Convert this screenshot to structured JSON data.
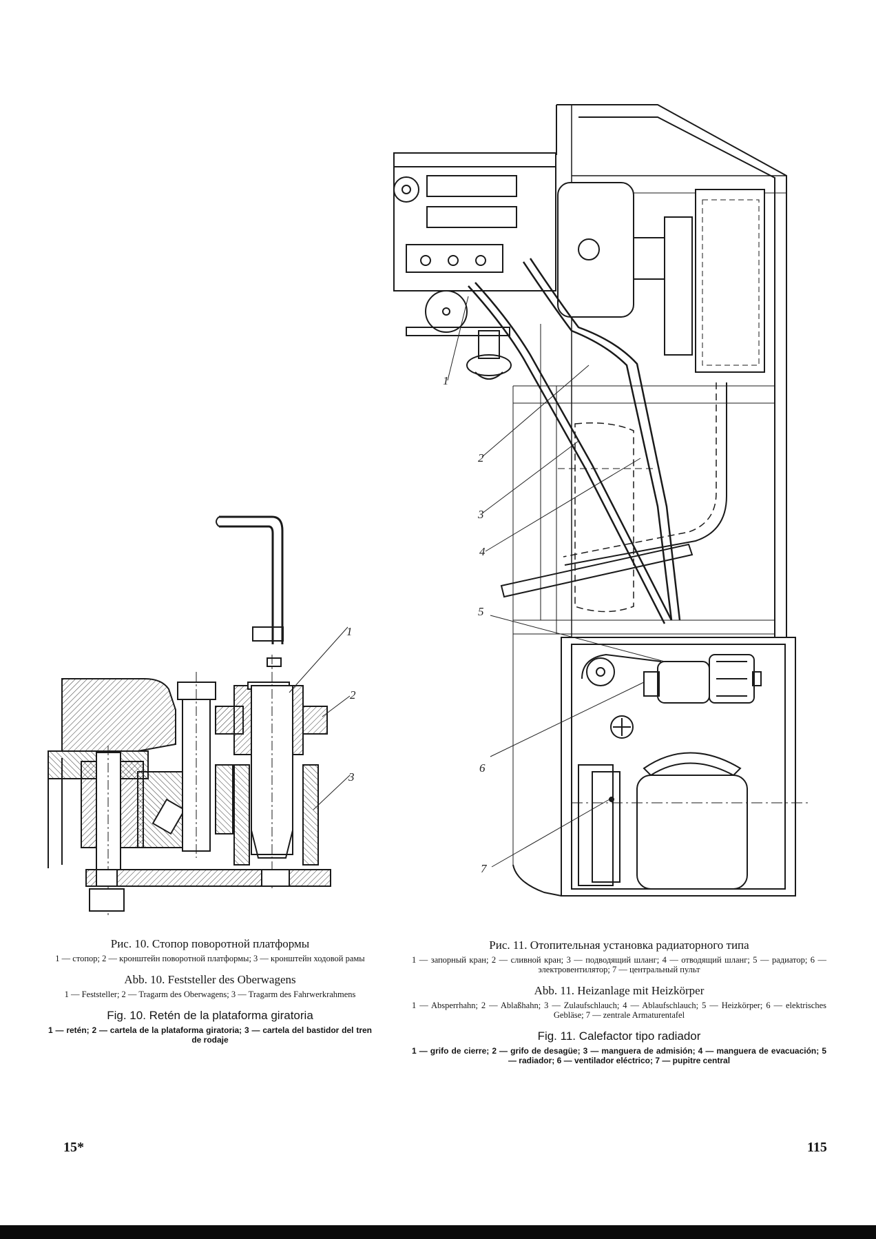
{
  "figure10": {
    "callouts": [
      "1",
      "2",
      "3"
    ],
    "ru_title": "Рис. 10. Стопор поворотной платформы",
    "ru_legend": "1 — стопор; 2 — кронштейн поворотной платформы; 3 — кронштейн ходовой рамы",
    "de_title": "Abb. 10. Feststeller des Oberwagens",
    "de_legend": "1 — Feststeller; 2 — Tragarm des Oberwagens; 3 — Tragarm des Fahrwerkrahmens",
    "es_title": "Fig. 10. Retén de la plataforma giratoria",
    "es_legend": "1 — retén; 2 — cartela de la plataforma giratoria; 3 — cartela del bastidor del tren de rodaje"
  },
  "figure11": {
    "callouts": [
      "1",
      "2",
      "3",
      "4",
      "5",
      "6",
      "7"
    ],
    "ru_title": "Рис. 11. Отопительная установка радиаторного типа",
    "ru_legend": "1 — запорный кран; 2 — сливной кран; 3 — подводящий шланг; 4 — отводящий шланг; 5 — радиатор; 6 — электровентилятор; 7 — центральный пульт",
    "de_title": "Abb. 11. Heizanlage mit Heizkörper",
    "de_legend": "1 — Absperrhahn; 2 — Ablaßhahn; 3 — Zulaufschlauch; 4 — Ablaufschlauch; 5 — Heizkörper; 6 — elektrisches Gebläse; 7 — zentrale Armaturentafel",
    "es_title": "Fig. 11. Calefactor tipo radiador",
    "es_legend": "1 — grifo de cierre; 2 — grifo de desagüe; 3 — manguera de admisión; 4 — manguera de evacuación; 5 — radiador; 6 — ventilador eléctrico; 7 — pupitre central"
  },
  "page": {
    "left_number": "15*",
    "right_number": "115"
  }
}
